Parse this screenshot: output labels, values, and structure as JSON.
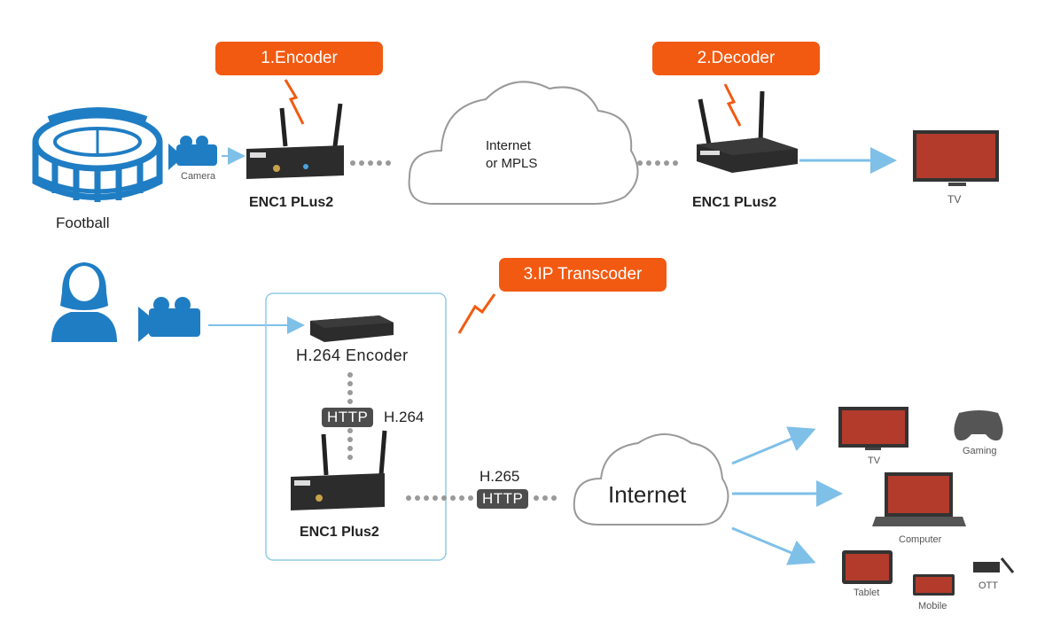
{
  "labels": {
    "encoder_step": "1.Encoder",
    "decoder_step": "2.Decoder",
    "transcoder_step": "3.IP Transcoder",
    "football": "Football",
    "camera": "Camera",
    "enc_device_top": "ENC1 PLus2",
    "dec_device": "ENC1 PLus2",
    "cloud_top_line1": "Internet",
    "cloud_top_line2": "or MPLS",
    "tv_top": "TV",
    "h264_encoder": "H.264 Encoder",
    "http_badge_1": "HTTP",
    "h264": "H.264",
    "enc_device_bottom": "ENC1 Plus2",
    "h265": "H.265",
    "http_badge_2": "HTTP",
    "cloud_bottom": "Internet",
    "tv_bottom": "TV",
    "gaming": "Gaming",
    "computer": "Computer",
    "tablet": "Tablet",
    "mobile": "Mobile",
    "ott": "OTT"
  },
  "colors": {
    "accent_orange": "#f25a12",
    "stadium_blue": "#1f7dc4",
    "arrow_blue": "#7fc0e8",
    "device_dark": "#2c2c2c",
    "box_border": "#8fcbe6"
  }
}
